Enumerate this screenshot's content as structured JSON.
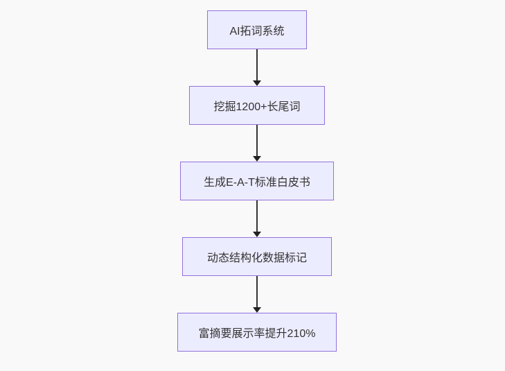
{
  "flowchart": {
    "direction": "top-down",
    "nodes": [
      {
        "label": "AI拓词系统"
      },
      {
        "label": "挖掘1200+长尾词"
      },
      {
        "label": "生成E-A-T标准白皮书"
      },
      {
        "label": "动态结构化数据标记"
      },
      {
        "label": "富摘要展示率提升210%"
      }
    ],
    "edges": [
      {
        "from": 0,
        "to": 1
      },
      {
        "from": 1,
        "to": 2
      },
      {
        "from": 2,
        "to": 3
      },
      {
        "from": 3,
        "to": 4
      }
    ],
    "colors": {
      "background": "#f9f9f9",
      "node_fill": "#ECECFF",
      "node_border": "#9370DB",
      "node_text": "#333333",
      "arrow": "#333333"
    }
  }
}
